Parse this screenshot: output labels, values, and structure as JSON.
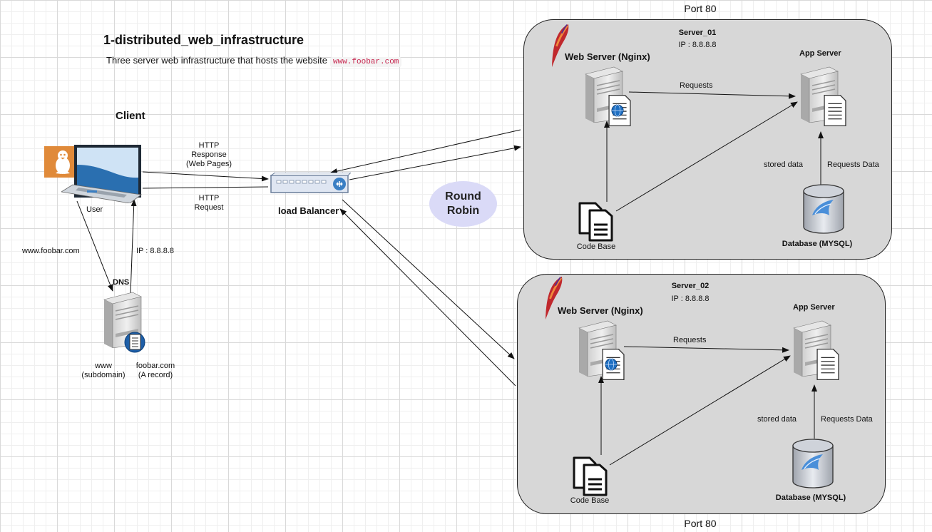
{
  "title": "1-distributed_web_infrastructure",
  "subtitle": "Three server web infrastructure that hosts the website",
  "subtitle_code": "www.foobar.com",
  "client": {
    "heading": "Client",
    "user_label": "User",
    "domain_request": "www.foobar.com",
    "ip_response": "IP : 8.8.8.8",
    "dns_label": "DNS",
    "www_label": "www\n(subdomain)",
    "a_record_label": "foobar.com\n(A record)"
  },
  "http_response": "HTTP\nResponse\n(Web Pages)",
  "http_request": "HTTP\nRequest",
  "load_balancer": "load Balancer",
  "round_robin": "Round\nRobin",
  "port_top": "Port 80",
  "port_bottom": "Port 80",
  "server1": {
    "name": "Server_01",
    "ip": "IP : 8.8.8.8",
    "web_server": "Web Server (Nginx)",
    "app_server": "App Server",
    "requests": "Requests",
    "stored_data": "stored data",
    "requests_data": "Requests Data",
    "database": "Database (MYSQL)",
    "code_base": "Code Base"
  },
  "server2": {
    "name": "Server_02",
    "ip": "IP : 8.8.8.8",
    "web_server": "Web Server (Nginx)",
    "app_server": "App Server",
    "requests": "Requests",
    "stored_data": "stored data",
    "requests_data": "Requests Data",
    "database": "Database (MYSQL)",
    "code_base": "Code Base"
  },
  "colors": {
    "server_box": "#d7d7d7",
    "round_robin": "#dadaf7",
    "linux_badge": "#e08a3a",
    "feather": "#c0282d",
    "lb_body": "#dfe6f2"
  },
  "icons": [
    "linux-icon",
    "laptop-icon",
    "dns-server-icon",
    "load-balancer-icon",
    "apache-feather-icon",
    "server-icon",
    "database-icon",
    "document-icon"
  ]
}
